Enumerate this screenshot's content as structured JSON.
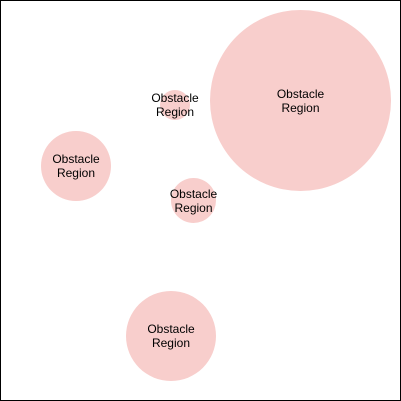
{
  "colors": {
    "obstacle_fill": "#f8cecc",
    "text": "#000000",
    "border": "#000000",
    "background": "#ffffff"
  },
  "obstacles": [
    {
      "label": "Obstacle\nRegion"
    },
    {
      "label": "Obstacle\nRegion"
    },
    {
      "label": "Obstacle\nRegion"
    },
    {
      "label": "Obstacle\nRegion"
    },
    {
      "label": "Obstacle\nRegion"
    }
  ]
}
